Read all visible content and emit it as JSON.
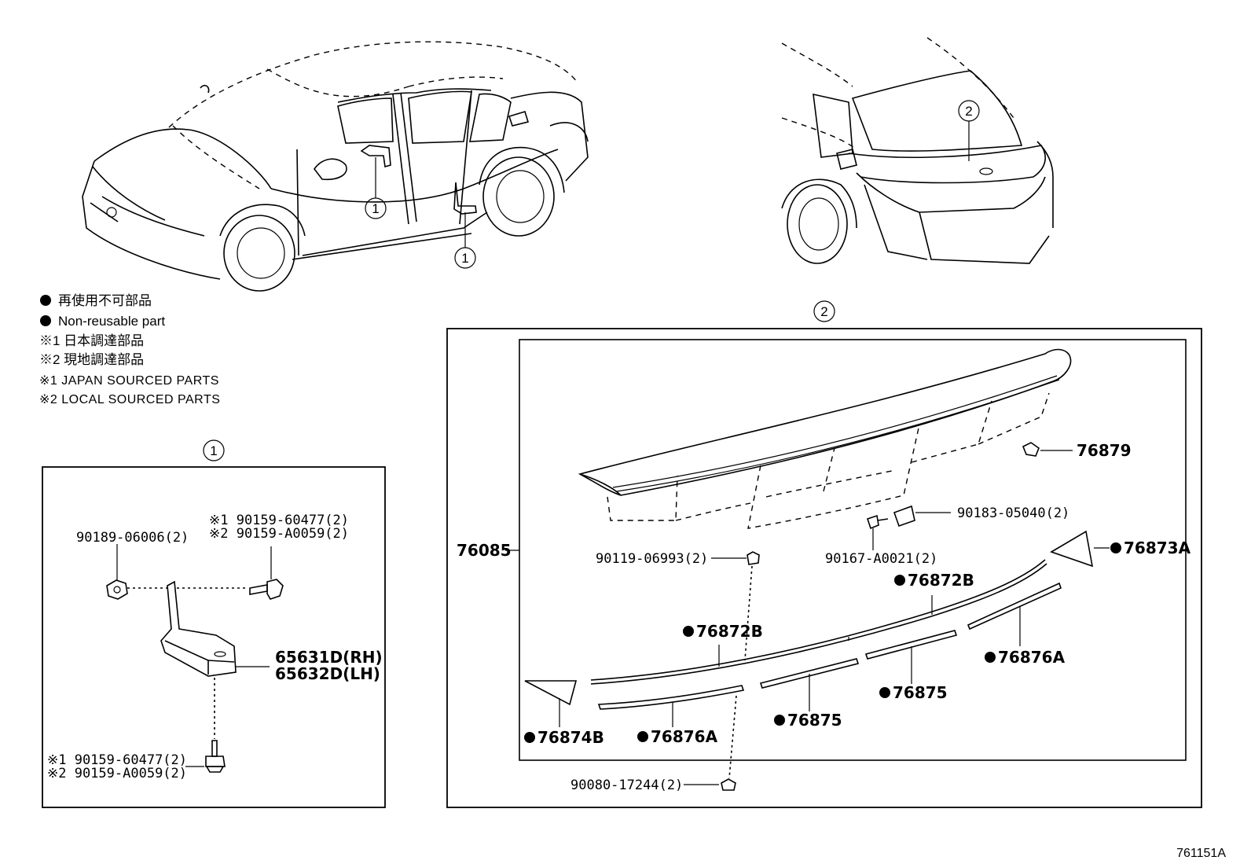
{
  "legend": {
    "non_reusable_jp": "再使用不可部品",
    "non_reusable_en": "Non-reusable part",
    "japan_sourced_jp": "※1 日本調達部品",
    "local_sourced_jp": "※2 現地調達部品",
    "japan_sourced_en": "※1 JAPAN SOURCED PARTS",
    "local_sourced_en": "※2 LOCAL SOURCED PARTS"
  },
  "callouts": {
    "one": "1",
    "two": "2"
  },
  "box1": {
    "p1": "90189-06006(2)",
    "p2a": "※1 90159-60477(2)",
    "p2b": "※2 90159-A0059(2)",
    "p3a": "65631D(RH)",
    "p3b": "65632D(LH)",
    "p4a": "※1 90159-60477(2)",
    "p4b": "※2 90159-A0059(2)"
  },
  "box2": {
    "assembly": "76085",
    "p76879": "76879",
    "p90183": "90183-05040(2)",
    "p90119": "90119-06993(2)",
    "p90167": "90167-A0021(2)",
    "p76873A": "76873A",
    "p76872B_r": "76872B",
    "p76872B_l": "76872B",
    "p76876A_r": "76876A",
    "p76875_r": "76875",
    "p76875_l": "76875",
    "p76876A_l": "76876A",
    "p76874B": "76874B",
    "p90080": "90080-17244(2)"
  },
  "diagram_code": "761151A"
}
